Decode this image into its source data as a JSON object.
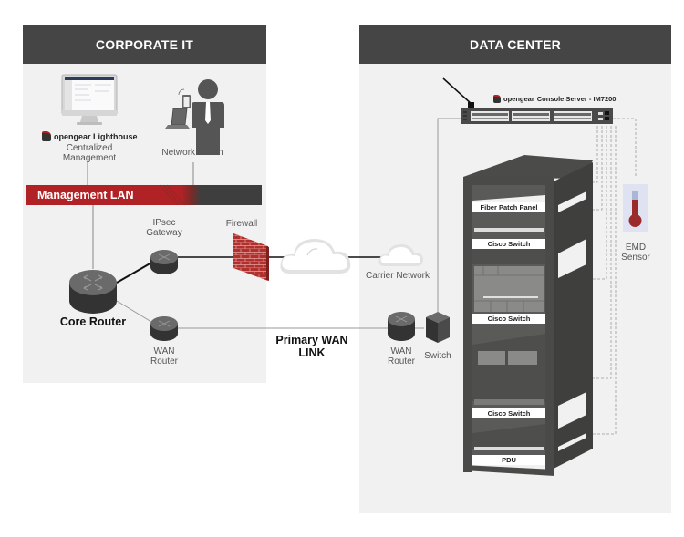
{
  "corporate": {
    "title": "CORPORATE IT",
    "lighthouse_brand": "opengear Lighthouse",
    "lighthouse_label": "Centralized\nManagement",
    "admin_label": "Network Admin",
    "mgmt_lan": "Management LAN",
    "ipsec_label": "IPsec\nGateway",
    "firewall_label": "Firewall",
    "core_router_label": "Core Router",
    "wan_router_label": "WAN\nRouter"
  },
  "middle": {
    "carrier_label": "Carrier Network",
    "wan_link_label": "Primary WAN\nLINK"
  },
  "datacenter": {
    "title": "DATA CENTER",
    "console_brand": "opengear",
    "console_label": "Console Server - IM7200",
    "wan_router_label": "WAN\nRouter",
    "switch_label": "Switch",
    "emd_label": "EMD\nSensor",
    "rack": {
      "fiber_patch": "Fiber Patch Panel",
      "cisco_switch_1": "Cisco Switch",
      "cisco_switch_2": "Cisco Switch",
      "cisco_switch_3": "Cisco Switch",
      "pdu": "PDU"
    }
  },
  "colors": {
    "header": "#464546",
    "panel": "#f1f1f1",
    "brand_red": "#b02225",
    "device_dark": "#3d3d3d",
    "rack": "#4a4a48"
  }
}
